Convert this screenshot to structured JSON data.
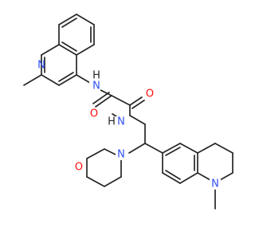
{
  "structure": {
    "atom_labels": {
      "quinoline_n": "N",
      "amide_nh_upper": "N",
      "amide_nh_upper_h": "H",
      "carbonyl_o_left": "O",
      "carbonyl_o_right": "O",
      "amide_nh_lower": "N",
      "amide_nh_lower_h": "H",
      "morpholine_n": "N",
      "morpholine_o": "O",
      "tetrahydroquinoline_n": "N"
    },
    "colors": {
      "bond": "#262626",
      "nitrogen": "#3050f8",
      "oxygen": "#ff0d0d"
    }
  }
}
